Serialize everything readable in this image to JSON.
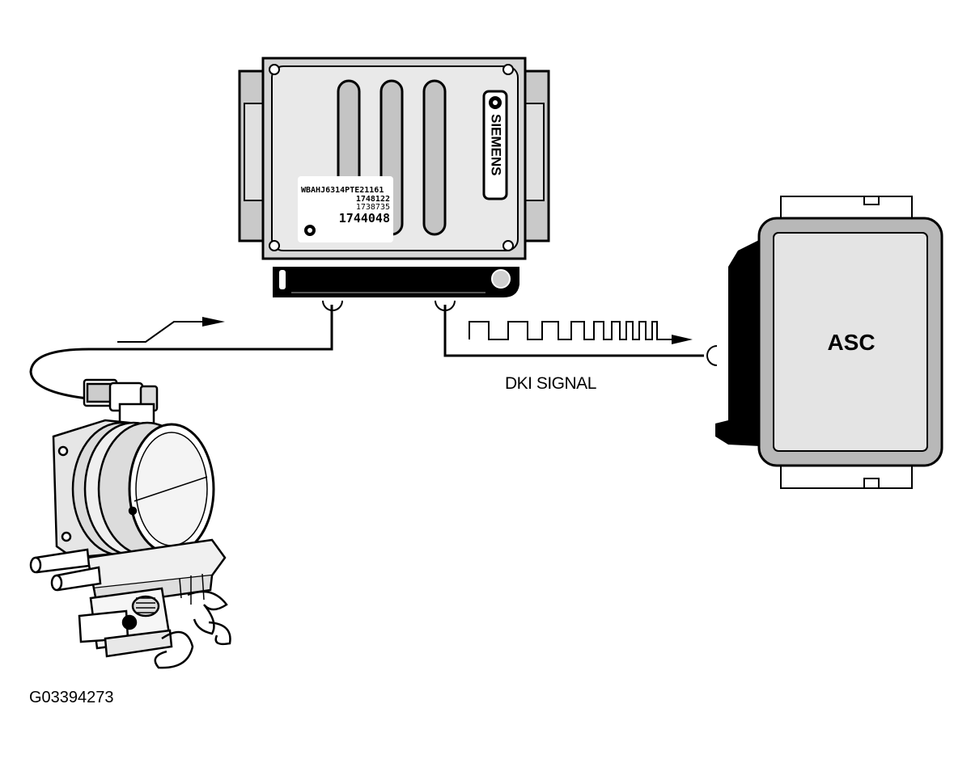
{
  "ecu": {
    "brand": "SIEMENS",
    "label_lines": [
      "WBAHJ6314PTE21161",
      "1748122",
      "1738735",
      "1744048"
    ]
  },
  "asc": {
    "label": "ASC"
  },
  "signal": {
    "label": "DKI SIGNAL"
  },
  "figure": {
    "id": "G03394273"
  },
  "colors": {
    "ink": "#000000",
    "light_gray": "#d9d9d9",
    "mid_gray": "#b5b5b5",
    "module_face": "#e8e8e8"
  }
}
